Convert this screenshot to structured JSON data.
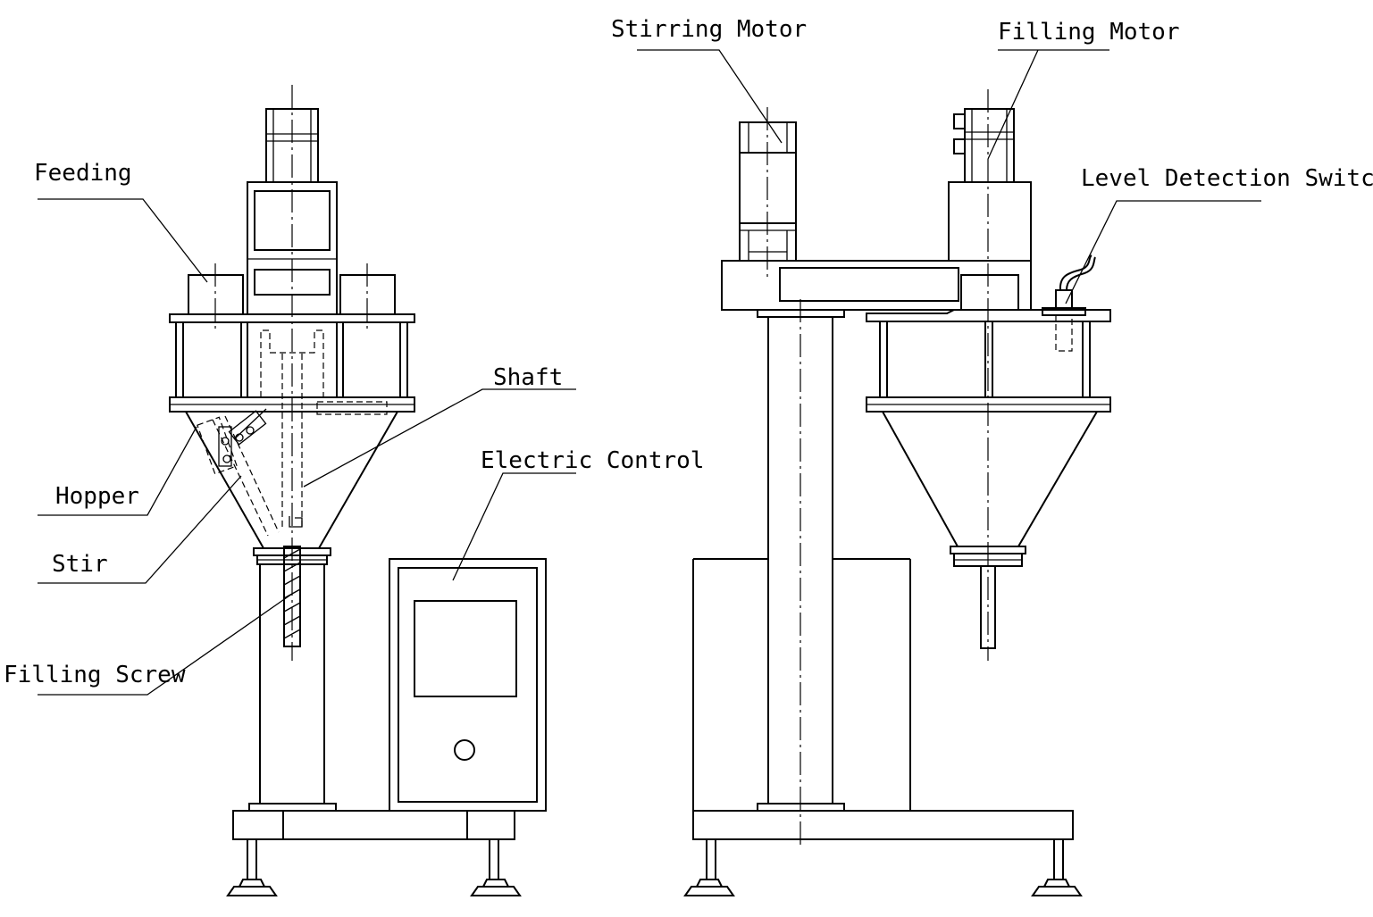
{
  "labels": {
    "feeding": "Feeding",
    "hopper": "Hopper",
    "stir": "Stir",
    "filling_screw": "Filling Screw",
    "shaft": "Shaft",
    "electric_control": "Electric Control",
    "stirring_motor": "Stirring Motor",
    "filling_motor": "Filling Motor",
    "level_detection_switch": "Level Detection Switch"
  }
}
